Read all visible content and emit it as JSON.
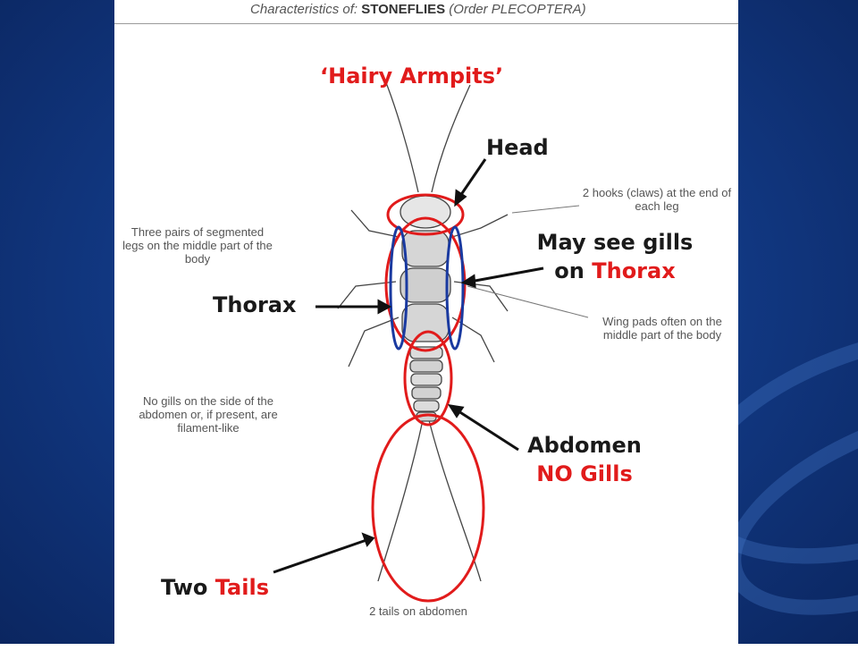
{
  "header": {
    "prefix": "Characteristics of:",
    "name": "STONEFLIES",
    "order": "(Order PLECOPTERA)"
  },
  "figure_notes": {
    "claws": "2 hooks (claws) at the end of each leg",
    "legs": "Three pairs of segmented legs on the middle part of the body",
    "wing_pads": "Wing pads often on the middle part of the body",
    "abdomen_gills": "No gills on the side of the abdomen or, if present, are filament-like",
    "tails": "2 tails on abdomen"
  },
  "annotations": {
    "hairy_armpits": "‘Hairy Armpits’",
    "head": "Head",
    "gills_line1": "May see gills",
    "gills_on": "on",
    "gills_thorax": "Thorax",
    "thorax": "Thorax",
    "abdomen": "Abdomen",
    "no_gills": "NO Gills",
    "two": "Two",
    "tails": "Tails"
  },
  "colors": {
    "slide_background": "#123a86",
    "highlight_red": "#e11b1b",
    "highlight_blue": "#1a3aa0",
    "ink": "#1a1a1a"
  }
}
